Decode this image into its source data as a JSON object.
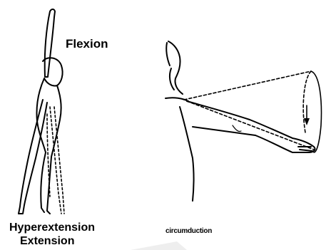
{
  "figures": [
    {
      "name": "shoulder-flexion-extension-figure",
      "labels": {
        "flexion": "Flexion",
        "hyperextension": "Hyperextension",
        "extension": "Extension"
      }
    },
    {
      "name": "arm-circumduction-figure",
      "labels": {
        "circumduction": "circumduction"
      }
    }
  ],
  "colors": {
    "ink": "#000000",
    "background": "#ffffff",
    "corner-shape": "#eeeeee"
  }
}
